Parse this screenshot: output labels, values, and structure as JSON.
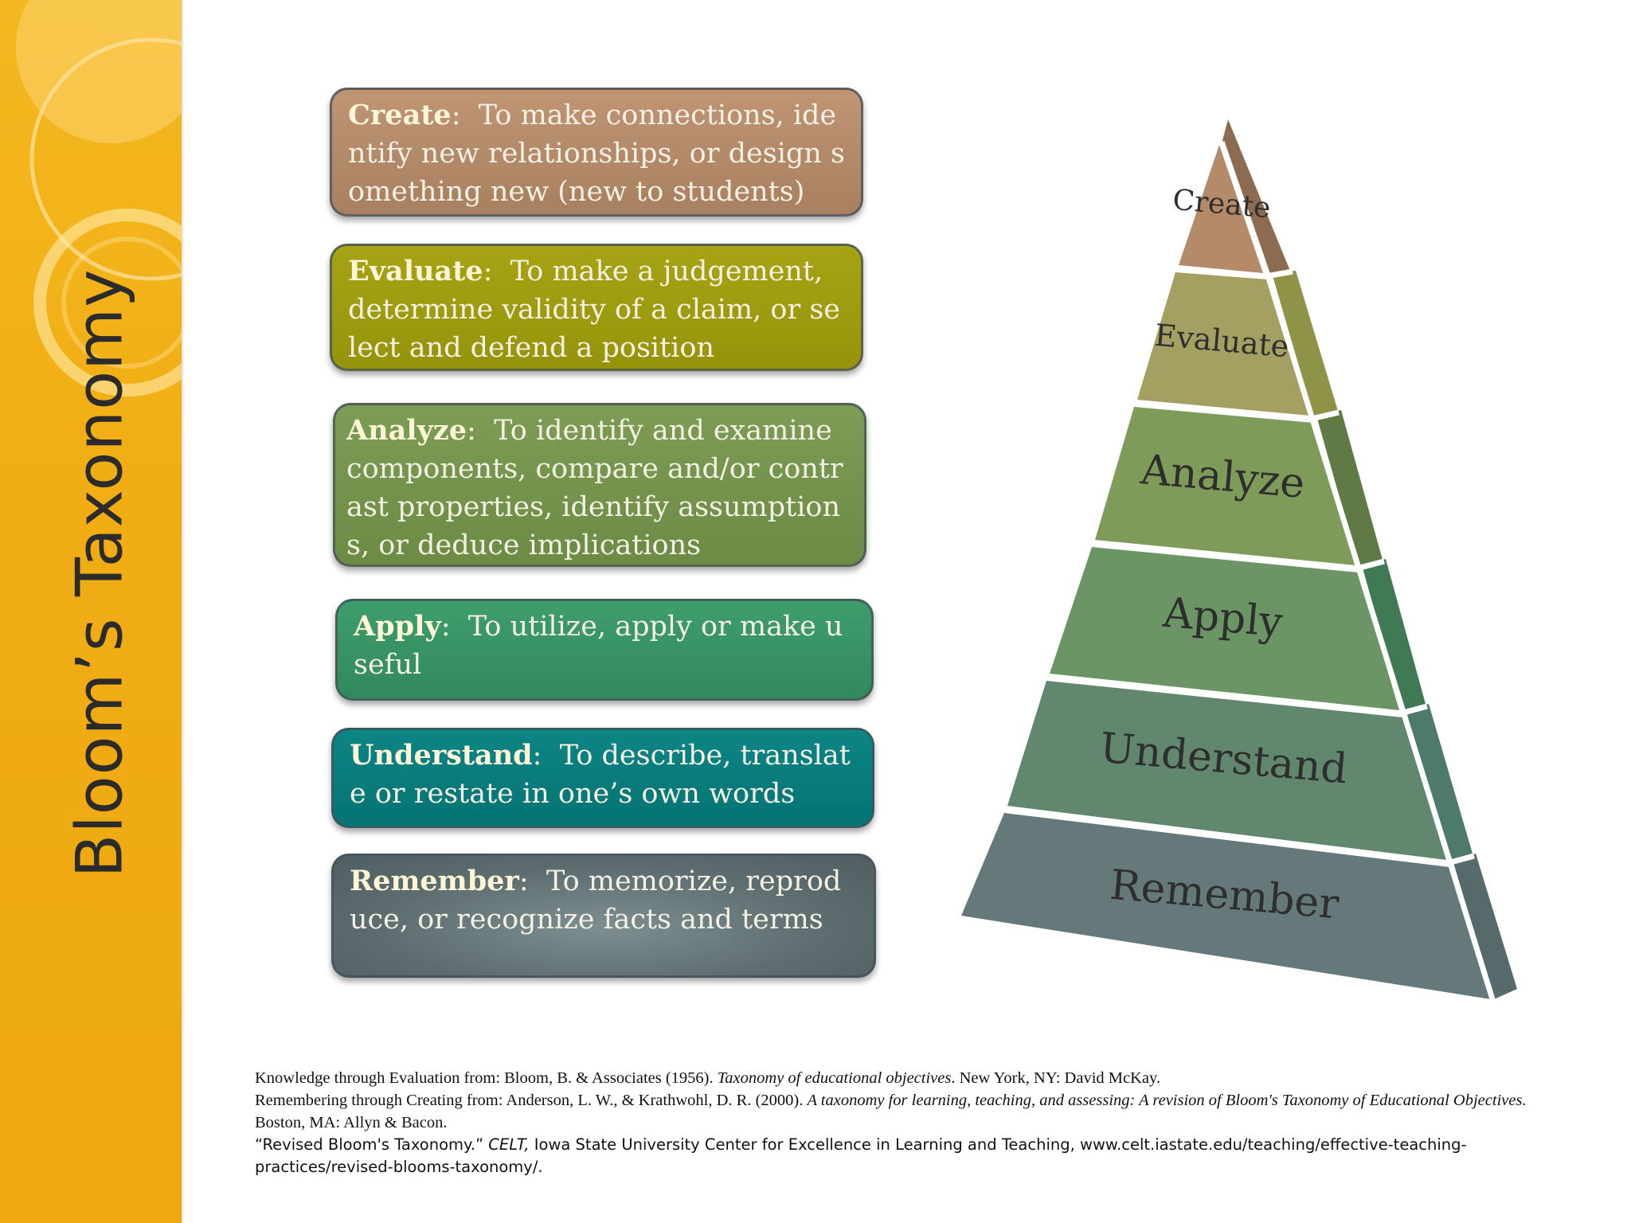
{
  "slide": {
    "title": "Bloom’s Taxonomy"
  },
  "colors": {
    "sidebar": "#f1ad14",
    "create": "#b48a69",
    "evaluate": "#9c9a0e",
    "analyze": "#74944d",
    "apply": "#389566",
    "understand": "#0a7f7f",
    "remember": "#5b6b6e"
  },
  "levels": [
    {
      "term": "Create",
      "desc": "To make connections, identify new relationships, or design something new (new to students)"
    },
    {
      "term": "Evaluate",
      "desc": "To make a judgement, determine validity of a claim, or select and defend a position"
    },
    {
      "term": "Analyze",
      "desc": "To identify and examine components, compare and/or contrast properties, identify assumptions, or deduce implications"
    },
    {
      "term": "Apply",
      "desc": "To utilize, apply or make useful"
    },
    {
      "term": "Understand",
      "desc": "To describe, translate or restate in one’s own words"
    },
    {
      "term": "Remember",
      "desc": "To memorize, reproduce, or recognize facts and terms"
    }
  ],
  "pyramid": {
    "labels": [
      "Create",
      "Evaluate",
      "Analyze",
      "Apply",
      "Understand",
      "Remember"
    ]
  },
  "references": {
    "ref1_plain": "Knowledge through Evaluation from: Bloom, B. & Associates (1956). ",
    "ref1_italic": "Taxonomy of educational objectives",
    "ref1_end": ". New York, NY: David McKay.",
    "ref2_plain": "Remembering through Creating from: Anderson, L. W., & Krathwohl, D. R. (2000). ",
    "ref2_italic": "A taxonomy for learning, teaching, and assessing: A revision of Bloom's Taxonomy of Educational Objectives.",
    "ref2_end": " Boston, MA: Allyn & Bacon.",
    "ref3_plain": "“Revised Bloom's Taxonomy.” ",
    "ref3_italic": "CELT,",
    "ref3_end": " Iowa State University Center for Excellence in Learning and Teaching, www.celt.iastate.edu/teaching/effective-teaching-practices/revised-blooms-taxonomy/."
  }
}
